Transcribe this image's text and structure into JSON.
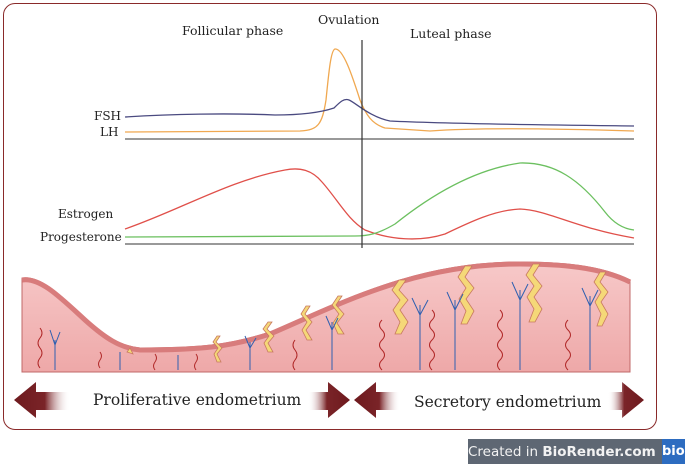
{
  "phases": {
    "follicular": "Follicular phase",
    "ovulation": "Ovulation",
    "luteal": "Luteal phase"
  },
  "hormones": {
    "fsh": "FSH",
    "lh": "LH",
    "estrogen": "Estrogen",
    "progesterone": "Progesterone"
  },
  "endometrium": {
    "proliferative": "Proliferative endometrium",
    "secretory": "Secretory endometrium"
  },
  "watermark": {
    "prefix": "Created in ",
    "brand": "BioRender.com",
    "logo": "bio"
  },
  "colors": {
    "frame": "#8a2a2a",
    "fsh": "#4a4a80",
    "lh": "#f0a850",
    "estrogen": "#e0504a",
    "progesterone": "#6cc060",
    "arrow": "#6e1a1e",
    "tissue": "#f2b8b8",
    "gland": "#f5d878",
    "vessel_blue": "#3060b0",
    "vessel_red": "#b02828"
  }
}
